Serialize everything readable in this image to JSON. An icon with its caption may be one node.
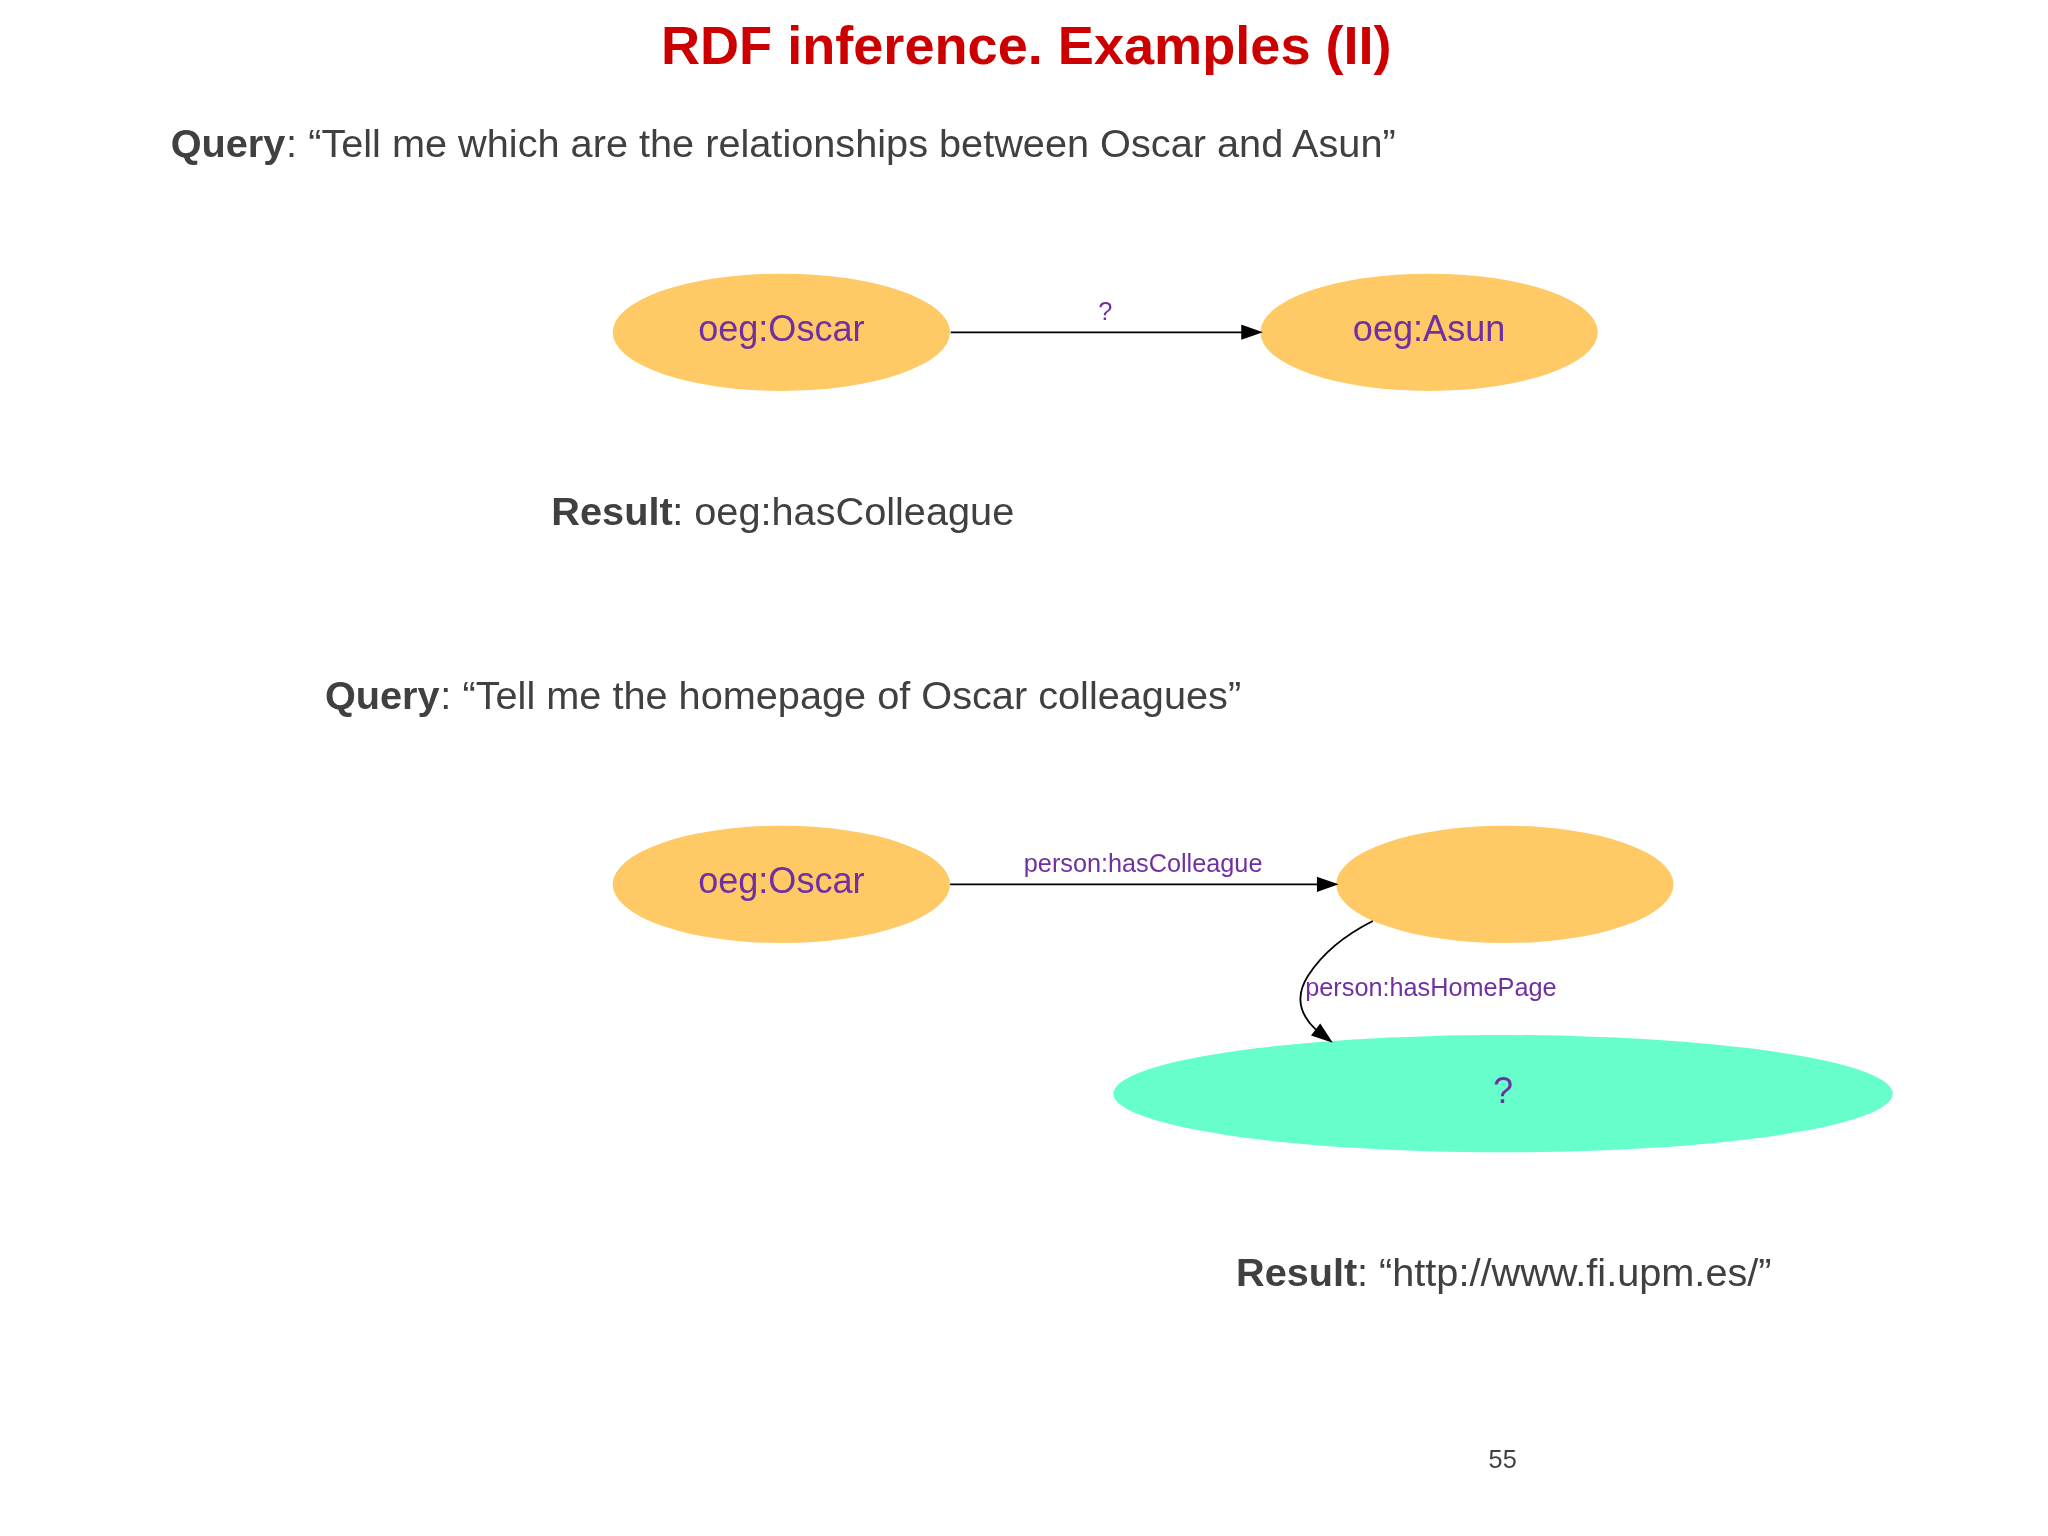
{
  "diagram": {
    "title": "RDF inference. Examples (II)",
    "nodes": [
      {
        "text": [
          "oeg:Oscar"
        ]
      },
      {
        "text": [
          "oeg:Asun"
        ]
      },
      {
        "text": [
          "oeg:Oscar"
        ]
      },
      {
        "text": [],
        "shape": "ellipse"
      },
      {
        "text": [
          "?"
        ]
      }
    ],
    "edges": [
      {
        "from": 0,
        "to": 1,
        "arrow": "to",
        "label": "?"
      },
      {
        "from": 2,
        "to": 3,
        "arrow": "to",
        "label": "person:hasColleague"
      },
      {
        "from": 3,
        "to": 4,
        "arrow": "to",
        "label": "person:hasHomePage"
      }
    ],
    "labels": [
      "**Query**: “Tell me which are the relationships between Oscar and Asun”",
      "**Result**: oeg:hasColleague",
      "**Query**: “Tell me the homepage of Oscar colleagues”",
      "**Result**: “http://www.fi.upm.es/”",
      "55"
    ]
  }
}
